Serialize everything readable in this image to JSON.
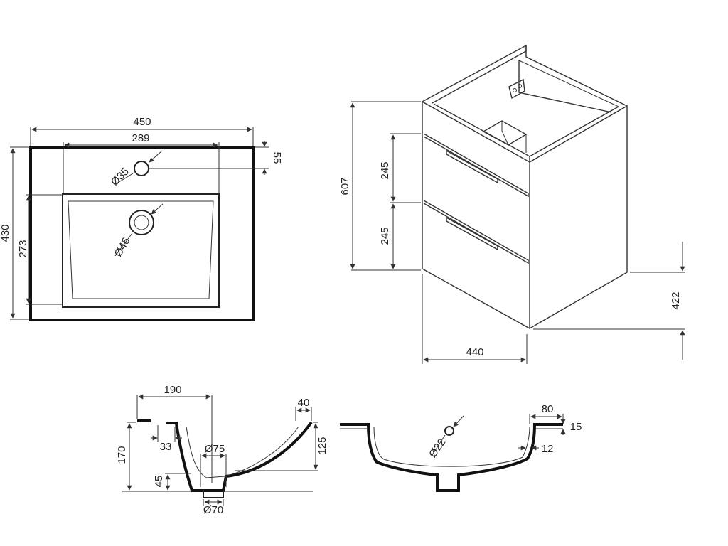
{
  "top_view": {
    "width_overall": "450",
    "width_inner": "289",
    "height_overall": "430",
    "height_inner": "273",
    "tap_hole": "Ø35",
    "tap_offset": "55",
    "drain": "Ø46"
  },
  "cabinet": {
    "height": "607",
    "drawer_upper": "245",
    "drawer_lower": "245",
    "depth": "440",
    "leg_height": "422"
  },
  "side_section": {
    "offset": "190",
    "lip": "40",
    "height": "170",
    "depth_basin": "125",
    "wall": "33",
    "outlet": "Ø75",
    "floor": "45",
    "pipe": "Ø70"
  },
  "front_section": {
    "rim": "80",
    "thickness": "15",
    "overflow": "Ø22",
    "wall": "12"
  },
  "colors": {
    "line": "#222222",
    "background": "#ffffff"
  }
}
